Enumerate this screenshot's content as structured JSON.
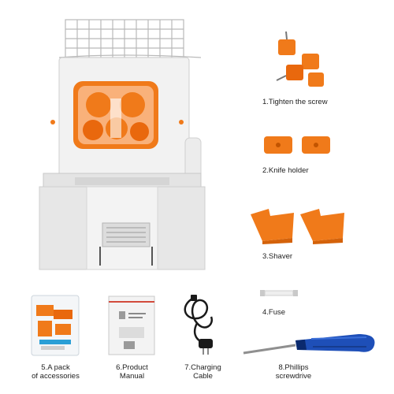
{
  "accent_color": "#f07a1a",
  "machine": {
    "name": "juicer-machine"
  },
  "accessories": [
    {
      "id": "screw",
      "label": "1.Tighten the screw"
    },
    {
      "id": "knife",
      "label": "2.Knife holder"
    },
    {
      "id": "shaver",
      "label": "3.Shaver"
    },
    {
      "id": "fuse",
      "label": "4.Fuse"
    }
  ],
  "bottom_items": [
    {
      "line1": "5.A pack",
      "line2": "of accessories"
    },
    {
      "line1": "6.Product",
      "line2": "Manual"
    },
    {
      "line1": "7.Charging",
      "line2": "Cable"
    },
    {
      "line1": "8.Phillips",
      "line2": "screwdrive"
    }
  ]
}
